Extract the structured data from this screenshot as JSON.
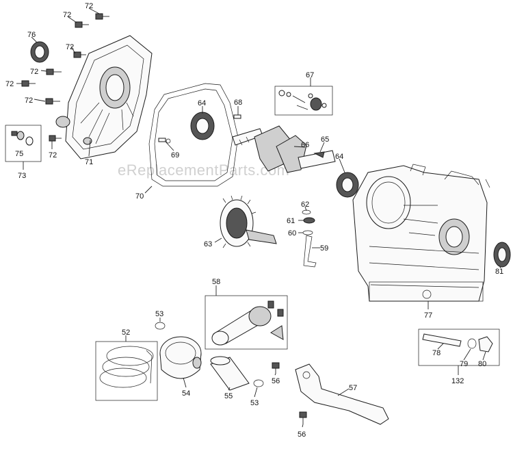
{
  "watermark": "eReplacementParts.com",
  "labels": {
    "l72a": "72",
    "l72b": "72",
    "l72c": "72",
    "l72d": "72",
    "l72e": "72",
    "l72f": "72",
    "l72g": "72",
    "l76": "76",
    "l75": "75",
    "l73": "73",
    "l71": "71",
    "l64a": "64",
    "l68": "68",
    "l69": "69",
    "l70": "70",
    "l67": "67",
    "l66": "66",
    "l65": "65",
    "l64b": "64",
    "l62": "62",
    "l61": "61",
    "l60": "60",
    "l59": "59",
    "l63": "63",
    "l81": "81",
    "l77": "77",
    "l58": "58",
    "l53a": "53",
    "l52": "52",
    "l54": "54",
    "l55": "55",
    "l53b": "53",
    "l56a": "56",
    "l57": "57",
    "l56b": "56",
    "l78": "78",
    "l79": "79",
    "l80": "80",
    "l132": "132"
  }
}
